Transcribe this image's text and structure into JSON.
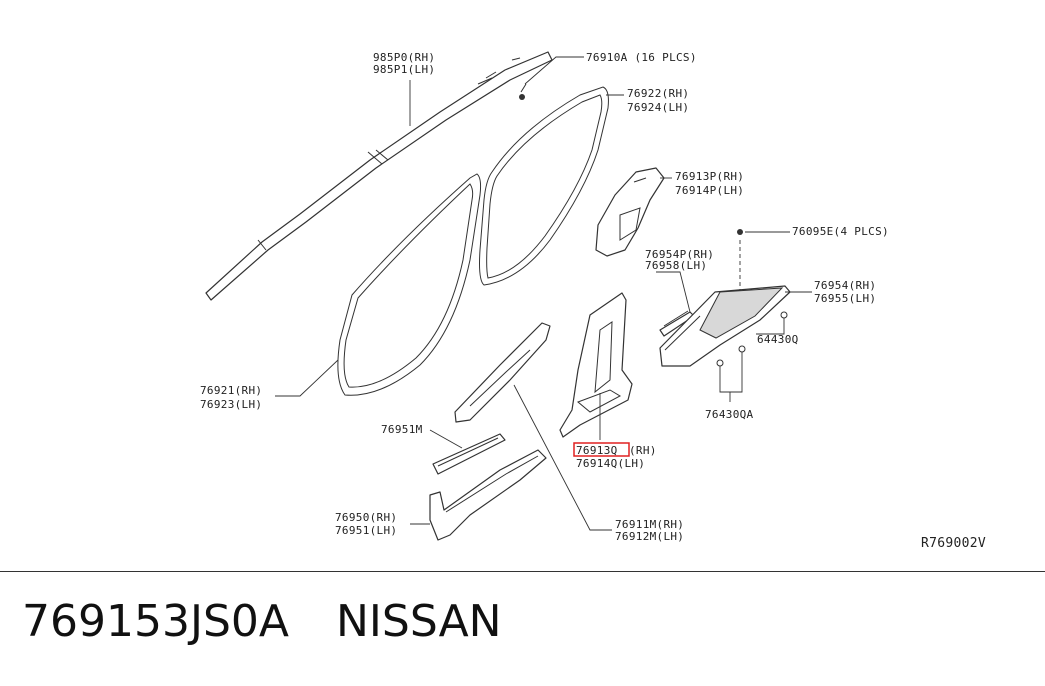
{
  "diagram": {
    "code": "R769002V",
    "highlight_color": "#e02020",
    "labels": {
      "l985p0": "985P0(RH)",
      "l985p1": "985P1(LH)",
      "l76910a": "76910A (16 PLCS)",
      "l76922": "76922(RH)",
      "l76924": "76924(LH)",
      "l76913p": "76913P(RH)",
      "l76914p": "76914P(LH)",
      "l76095e": "76095E(4 PLCS)",
      "l76954p": "76954P(RH)",
      "l76958": "76958(LH)",
      "l76954": "76954(RH)",
      "l76955": "76955(LH)",
      "l64430q": "64430Q",
      "l64430qa": "76430QA",
      "l76921": "76921(RH)",
      "l76923": "76923(LH)",
      "l76951m": "76951M",
      "l76913q_part": "76913Q",
      "l76913q_side": "(RH)",
      "l76914q": "76914Q(LH)",
      "l76950": "76950(RH)",
      "l76951": "76951(LH)",
      "l76911m": "76911M(RH)",
      "l76912m": "76912M(LH)"
    }
  },
  "footer": {
    "part_number": "769153JS0A",
    "brand": "NISSAN"
  }
}
